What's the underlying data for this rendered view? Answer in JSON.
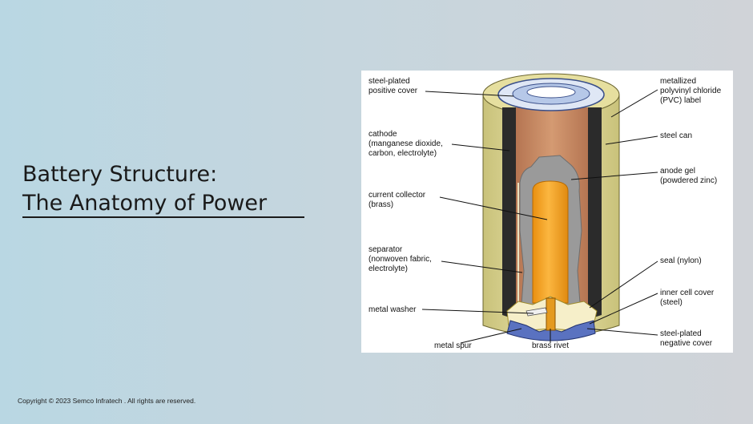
{
  "slide": {
    "title_line1": "Battery Structure:",
    "title_line2": "The Anatomy of Power",
    "footer": "Copyright © 2023 Semco Infratech . All rights are reserved."
  },
  "diagram": {
    "labels": {
      "steel_plated_positive_cover": "steel-plated\npositive cover",
      "cathode": "cathode\n(manganese dioxide,\ncarbon, electrolyte)",
      "current_collector": "current collector\n(brass)",
      "separator": "separator\n(nonwoven fabric,\nelectrolyte)",
      "metal_washer": "metal washer",
      "metal_spur": "metal spur",
      "brass_rivet": "brass rivet",
      "pvc_label": "metallized\npolyvinyl chloride\n(PVC) label",
      "steel_can": "steel can",
      "anode_gel": "anode gel\n(powdered zinc)",
      "seal": "seal (nylon)",
      "inner_cell_cover": "inner cell cover\n(steel)",
      "steel_plated_negative_cover": "steel-plated\nnegative cover"
    },
    "colors": {
      "label_jacket": "#e0d99a",
      "steel_can": "#2b2b2b",
      "cathode": "#c9875f",
      "anode_gel": "#9a9a9a",
      "current_collector": "#f5a623",
      "positive_cover": "#b6c8e8"
    }
  }
}
